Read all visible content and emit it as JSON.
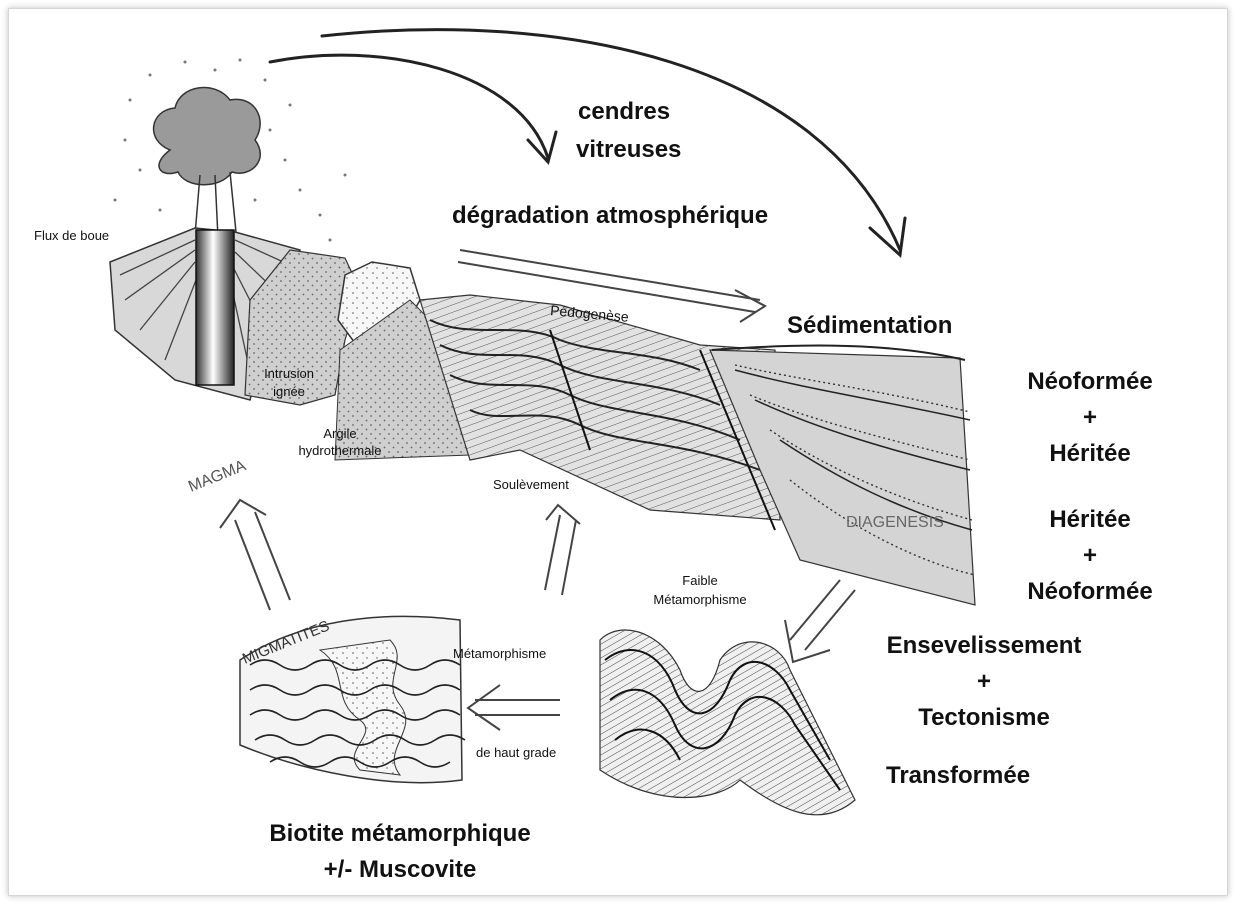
{
  "top": {
    "ash_line1": "cendres",
    "ash_line2": "vitreuses",
    "weathering": "dégradation atmosphérique",
    "sedimentation": "Sédimentation"
  },
  "volcano": {
    "mudflow": "Flux de boue",
    "intrusion_line1": "Intrusion",
    "intrusion_line2": "ignée",
    "clay_line1": "Argile",
    "clay_line2": "hydrothermale",
    "pedogenesis": "Pédogenèse"
  },
  "basin": {
    "diagenesis": "DIAGENESIS",
    "uplift": "Soulèvement"
  },
  "cycle": {
    "magma": "MAGMA",
    "migmatites": "MIGMATITES",
    "metamorphism": "Métamorphisme",
    "high_grade": "de haut grade",
    "low_meta_line1": "Faible",
    "low_meta_line2": "Métamorphisme"
  },
  "right_column": {
    "neo1": "Néoformée",
    "plus1": "+",
    "inh1": "Héritée",
    "inh2": "Héritée",
    "plus2": "+",
    "neo2": "Néoformée",
    "burial": "Ensevelissement",
    "plus3": "+",
    "tectonism": "Tectonisme",
    "transformed": "Transformée"
  },
  "bottom": {
    "biotite_line1": "Biotite métamorphique",
    "biotite_line2": "+/- Muscovite"
  }
}
